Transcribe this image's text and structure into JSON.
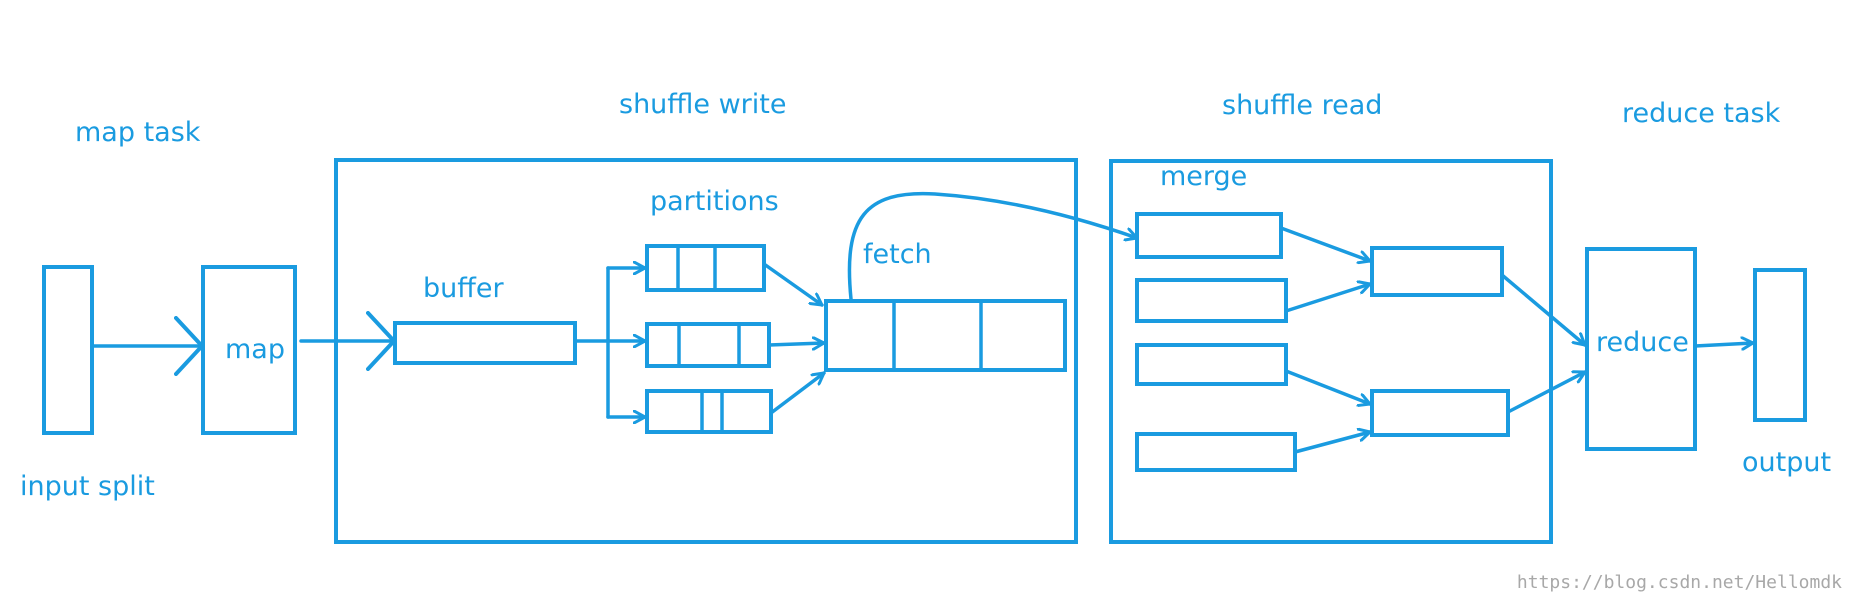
{
  "labels": {
    "map_task": "map task",
    "shuffle_write": "shuffle  write",
    "shuffle_read": "shuffle  read",
    "reduce_task": "reduce task",
    "merge": "merge",
    "partitions": "partitions",
    "fetch": "fetch",
    "buffer": "buffer",
    "map": "map",
    "reduce": "reduce",
    "input_split": "input split",
    "output": "output"
  },
  "watermark": "https://blog.csdn.net/Hellomdk",
  "colors": {
    "stroke": "#1a9be0",
    "watermark": "#a8a8a8",
    "background": "#ffffff"
  }
}
